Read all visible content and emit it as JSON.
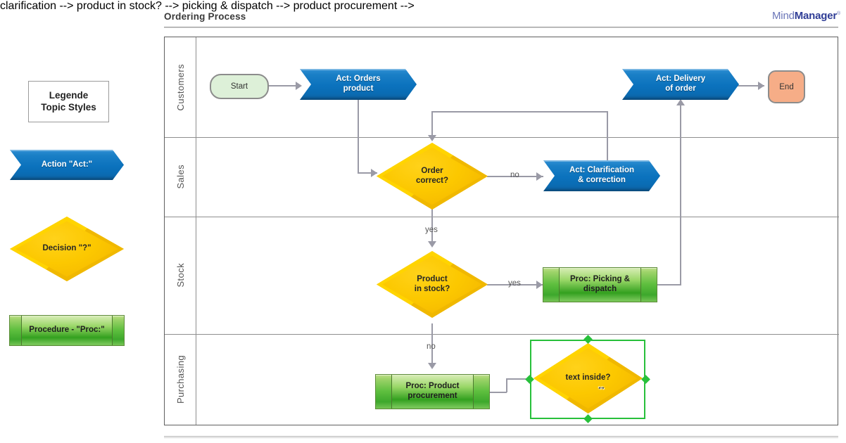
{
  "header": {
    "title": "Ordering Process",
    "brand_light": "Mind",
    "brand_bold": "Manager",
    "brand_mark": "®"
  },
  "legend": {
    "box_line1": "Legende",
    "box_line2": "Topic Styles",
    "items": [
      {
        "name": "action",
        "label": "Action \"Act:\"",
        "shape": "chevron",
        "color": "#0b72bd"
      },
      {
        "name": "decision",
        "label": "Decision \"?\"",
        "shape": "diamond",
        "color": "#fcc800"
      },
      {
        "name": "procedure",
        "label": "Procedure - \"Proc:\"",
        "shape": "procedure",
        "color": "#5fbf3f"
      }
    ]
  },
  "swimlanes": [
    {
      "label": "Customers"
    },
    {
      "label": "Sales"
    },
    {
      "label": "Stock"
    },
    {
      "label": "Purchasing"
    }
  ],
  "nodes": {
    "start": {
      "label": "Start",
      "shape": "terminator",
      "fill": "#ddf0d8"
    },
    "orders_product": {
      "line1": "Act: Orders",
      "line2": "product",
      "shape": "chevron"
    },
    "delivery_of_order": {
      "line1": "Act: Delivery",
      "line2": "of order",
      "shape": "chevron"
    },
    "end": {
      "label": "End",
      "shape": "terminator",
      "fill": "#f6ad87"
    },
    "order_correct": {
      "line1": "Order",
      "line2": "correct?",
      "shape": "diamond"
    },
    "clarification": {
      "line1": "Act: Clarification",
      "line2": "& correction",
      "shape": "chevron"
    },
    "product_in_stock": {
      "line1": "Product",
      "line2": "in stock?",
      "shape": "diamond"
    },
    "picking_dispatch": {
      "line1": "Proc: Picking &",
      "line2": "dispatch",
      "shape": "procedure"
    },
    "product_procurement": {
      "line1": "Proc: Product",
      "line2": "procurement",
      "shape": "procedure"
    },
    "text_inside": {
      "line1": "text inside?",
      "line2": "",
      "shape": "diamond",
      "selected": true
    }
  },
  "connector_labels": {
    "order_correct_no": "no",
    "order_correct_yes": "yes",
    "in_stock_yes": "yes",
    "in_stock_no": "no"
  },
  "selection": {
    "color": "#27c03b",
    "cursor": "↔"
  }
}
